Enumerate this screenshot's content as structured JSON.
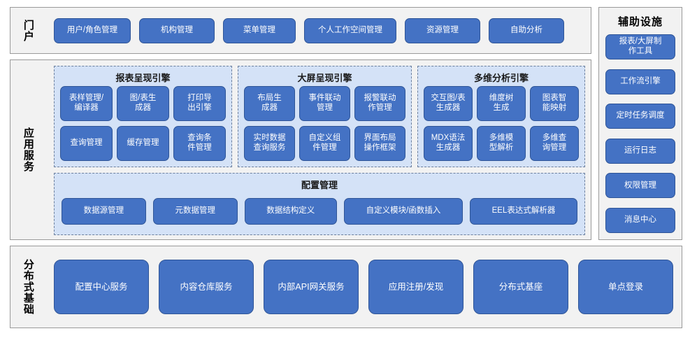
{
  "portal": {
    "band_label": "门户",
    "items": [
      {
        "label": "用户/角色管理",
        "width": 110
      },
      {
        "label": "机构管理",
        "width": 108
      },
      {
        "label": "菜单管理",
        "width": 104
      },
      {
        "label": "个人工作空间管理",
        "width": 132
      },
      {
        "label": "资源管理",
        "width": 108
      },
      {
        "label": "自助分析",
        "width": 108
      }
    ]
  },
  "aux": {
    "title": "辅助设施",
    "items": [
      {
        "label": "报表/大屏制\n作工具"
      },
      {
        "label": "工作流引擎"
      },
      {
        "label": "定时任务调度"
      },
      {
        "label": "运行日志"
      },
      {
        "label": "权限管理"
      },
      {
        "label": "消息中心"
      }
    ]
  },
  "app": {
    "band_label": "应用服务",
    "panels": [
      {
        "id": "report",
        "title": "报表呈现引擎",
        "items": [
          "表样管理/\n编译器",
          "图/表生\n成器",
          "打印导\n出引擎",
          "查询管理",
          "缓存管理",
          "查询条\n件管理"
        ]
      },
      {
        "id": "screen",
        "title": "大屏呈现引擎",
        "items": [
          "布局生\n成器",
          "事件联动\n管理",
          "报警联动\n作管理",
          "实时数据\n查询服务",
          "自定义组\n件管理",
          "界面布局\n操作框架"
        ]
      },
      {
        "id": "olap",
        "title": "多维分析引擎",
        "items": [
          "交互图/表\n生成器",
          "维度树\n生成",
          "图表智\n能映射",
          "MDX语法\n生成器",
          "多维模\n型解析",
          "多维查\n询管理"
        ]
      }
    ],
    "config": {
      "title": "配置管理",
      "items": [
        "数据源管理",
        "元数据管理",
        "数据结构定义",
        "自定义模块/函数插入",
        "EEL表达式解析器"
      ]
    }
  },
  "base": {
    "band_label": "分布式基础",
    "items": [
      "配置中心服务",
      "内容仓库服务",
      "内部API网关服务",
      "应用注册/发现",
      "分布式基座",
      "单点登录"
    ]
  },
  "colors": {
    "button_fill": "#4472c4",
    "button_border": "#2f5597",
    "panel_fill": "#d4e2f7",
    "panel_border": "#6b7f9e",
    "frame_fill": "#f2f2f2",
    "frame_border": "#9a9a9a",
    "page_background": "#ffffff"
  }
}
